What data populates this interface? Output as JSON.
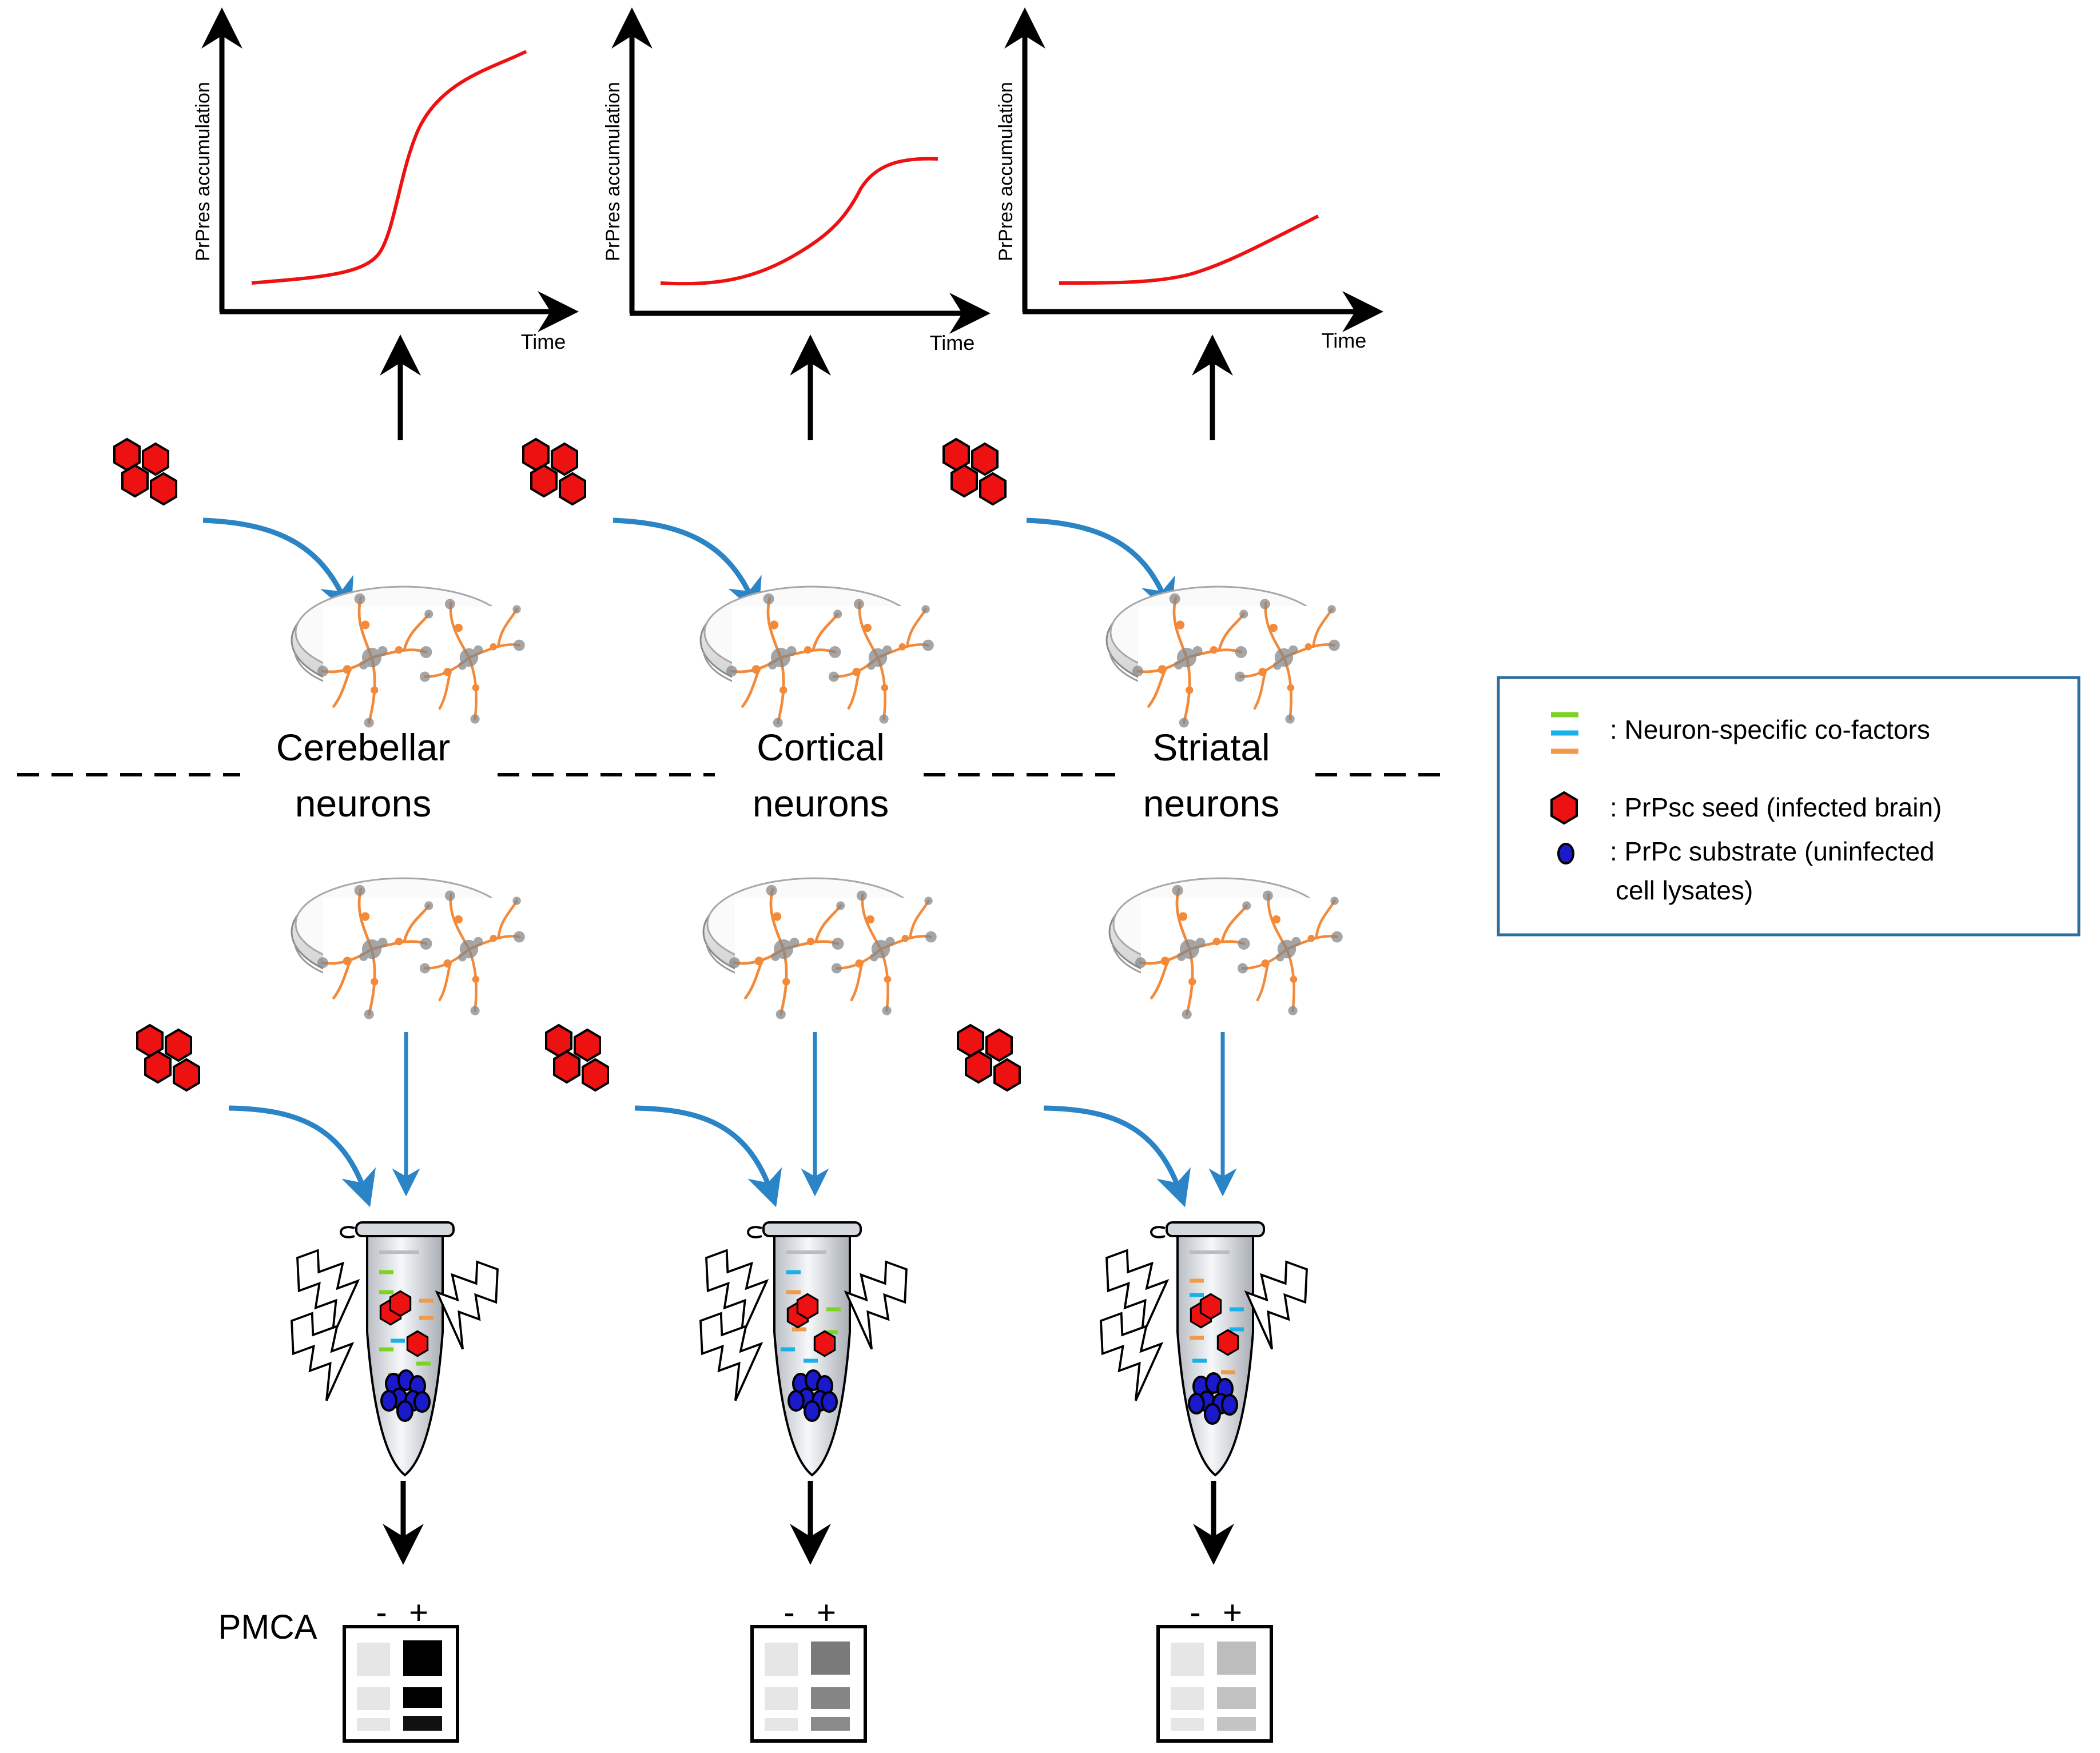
{
  "graphs": [
    {
      "id": "cerebellar",
      "ylabel": "PrPres accumulation",
      "xlabel": "Time"
    },
    {
      "id": "cortical",
      "ylabel": "PrPres accumulation",
      "xlabel": "Time"
    },
    {
      "id": "striatal",
      "ylabel": "PrPres accumulation",
      "xlabel": "Time"
    }
  ],
  "columns": [
    {
      "id": "cerebellar",
      "label_line1": "Cerebellar",
      "label_line2": "neurons",
      "pmca_intensity": "strong"
    },
    {
      "id": "cortical",
      "label_line1": "Cortical",
      "label_line2": "neurons",
      "pmca_intensity": "medium"
    },
    {
      "id": "striatal",
      "label_line1": "Striatal",
      "label_line2": "neurons",
      "pmca_intensity": "weak"
    }
  ],
  "pmca": {
    "label": "PMCA",
    "minus": "-",
    "plus": "+"
  },
  "legend": {
    "items": [
      {
        "icon": "cofactor-bars-icon",
        "text": ": Neuron-specific co-factors"
      },
      {
        "icon": "prpsc-seed-icon",
        "text": ": PrPsc seed (infected brain)"
      },
      {
        "icon": "prpc-substrate-icon",
        "text_line1": ": PrPc substrate (uninfected",
        "text_line2": "cell lysates)"
      }
    ]
  },
  "colors": {
    "curve": "#ee1111",
    "arrow_blue": "#2a84c6",
    "seed_red": "#ee1111",
    "substrate_blue": "#1a1acc",
    "cofactor_green": "#7dd321",
    "cofactor_cyan": "#1ab0ea",
    "cofactor_orange": "#f39a4a",
    "legend_border": "#2e6e9e",
    "neuron_orange": "#f28a3a"
  }
}
